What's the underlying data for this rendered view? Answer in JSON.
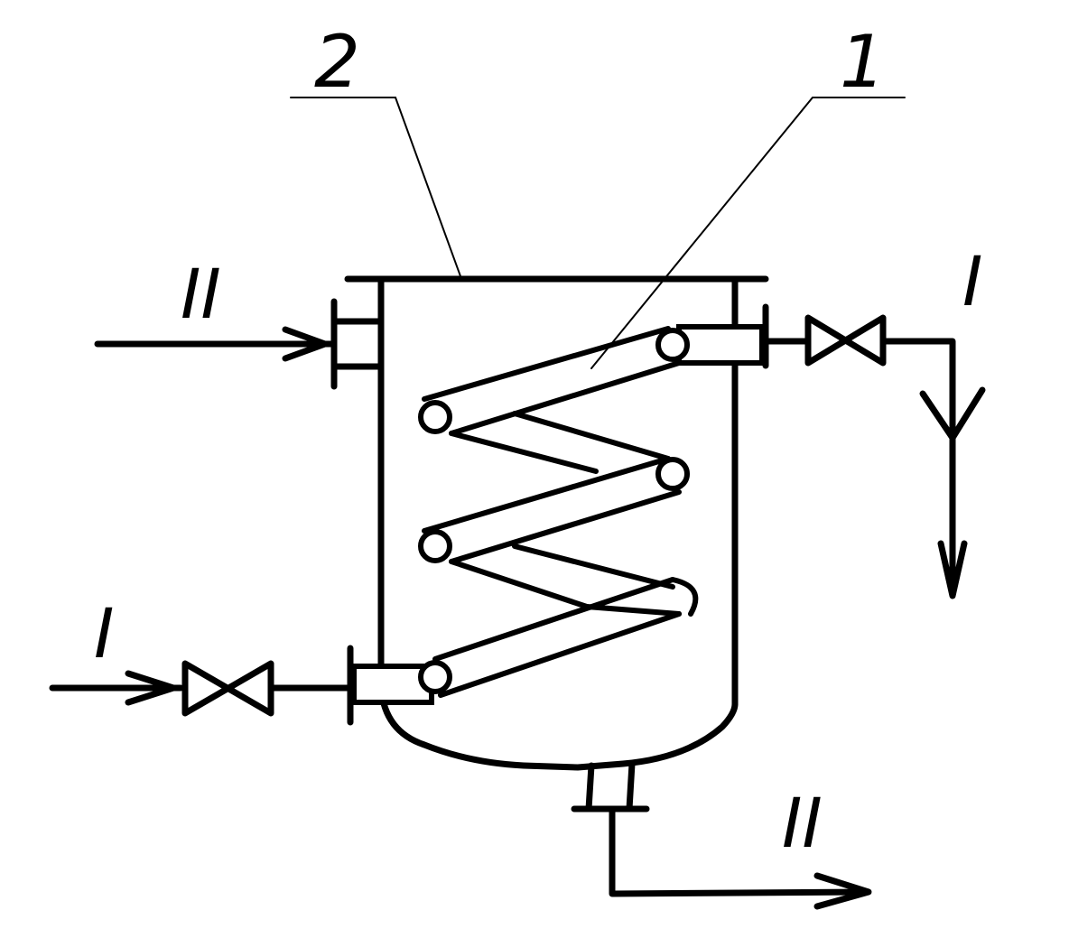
{
  "diagram": {
    "callouts": {
      "vessel": "2",
      "coil": "1"
    },
    "streams": {
      "shell_inlet": "II",
      "shell_outlet": "II",
      "coil_inlet": "I",
      "coil_outlet": "I"
    },
    "colors": {
      "line": "#000000",
      "background": "#ffffff"
    }
  }
}
